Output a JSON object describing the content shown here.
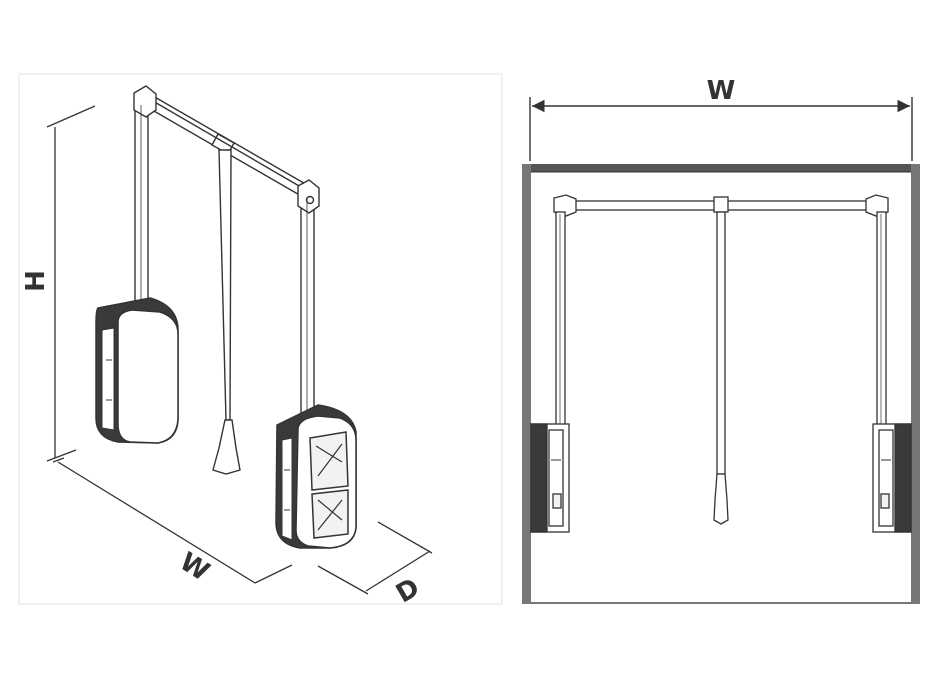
{
  "diagram": {
    "labels": {
      "iso_height": "H",
      "iso_width": "W",
      "iso_depth": "D",
      "front_width": "W"
    }
  },
  "colors": {
    "line": "#333333",
    "frame": "#777777",
    "frame_dark": "#555555",
    "panel_border": "#e2e2e2",
    "fill_light": "#f2f2f2",
    "fill_dark": "#3a3a3a",
    "background": "#ffffff"
  }
}
